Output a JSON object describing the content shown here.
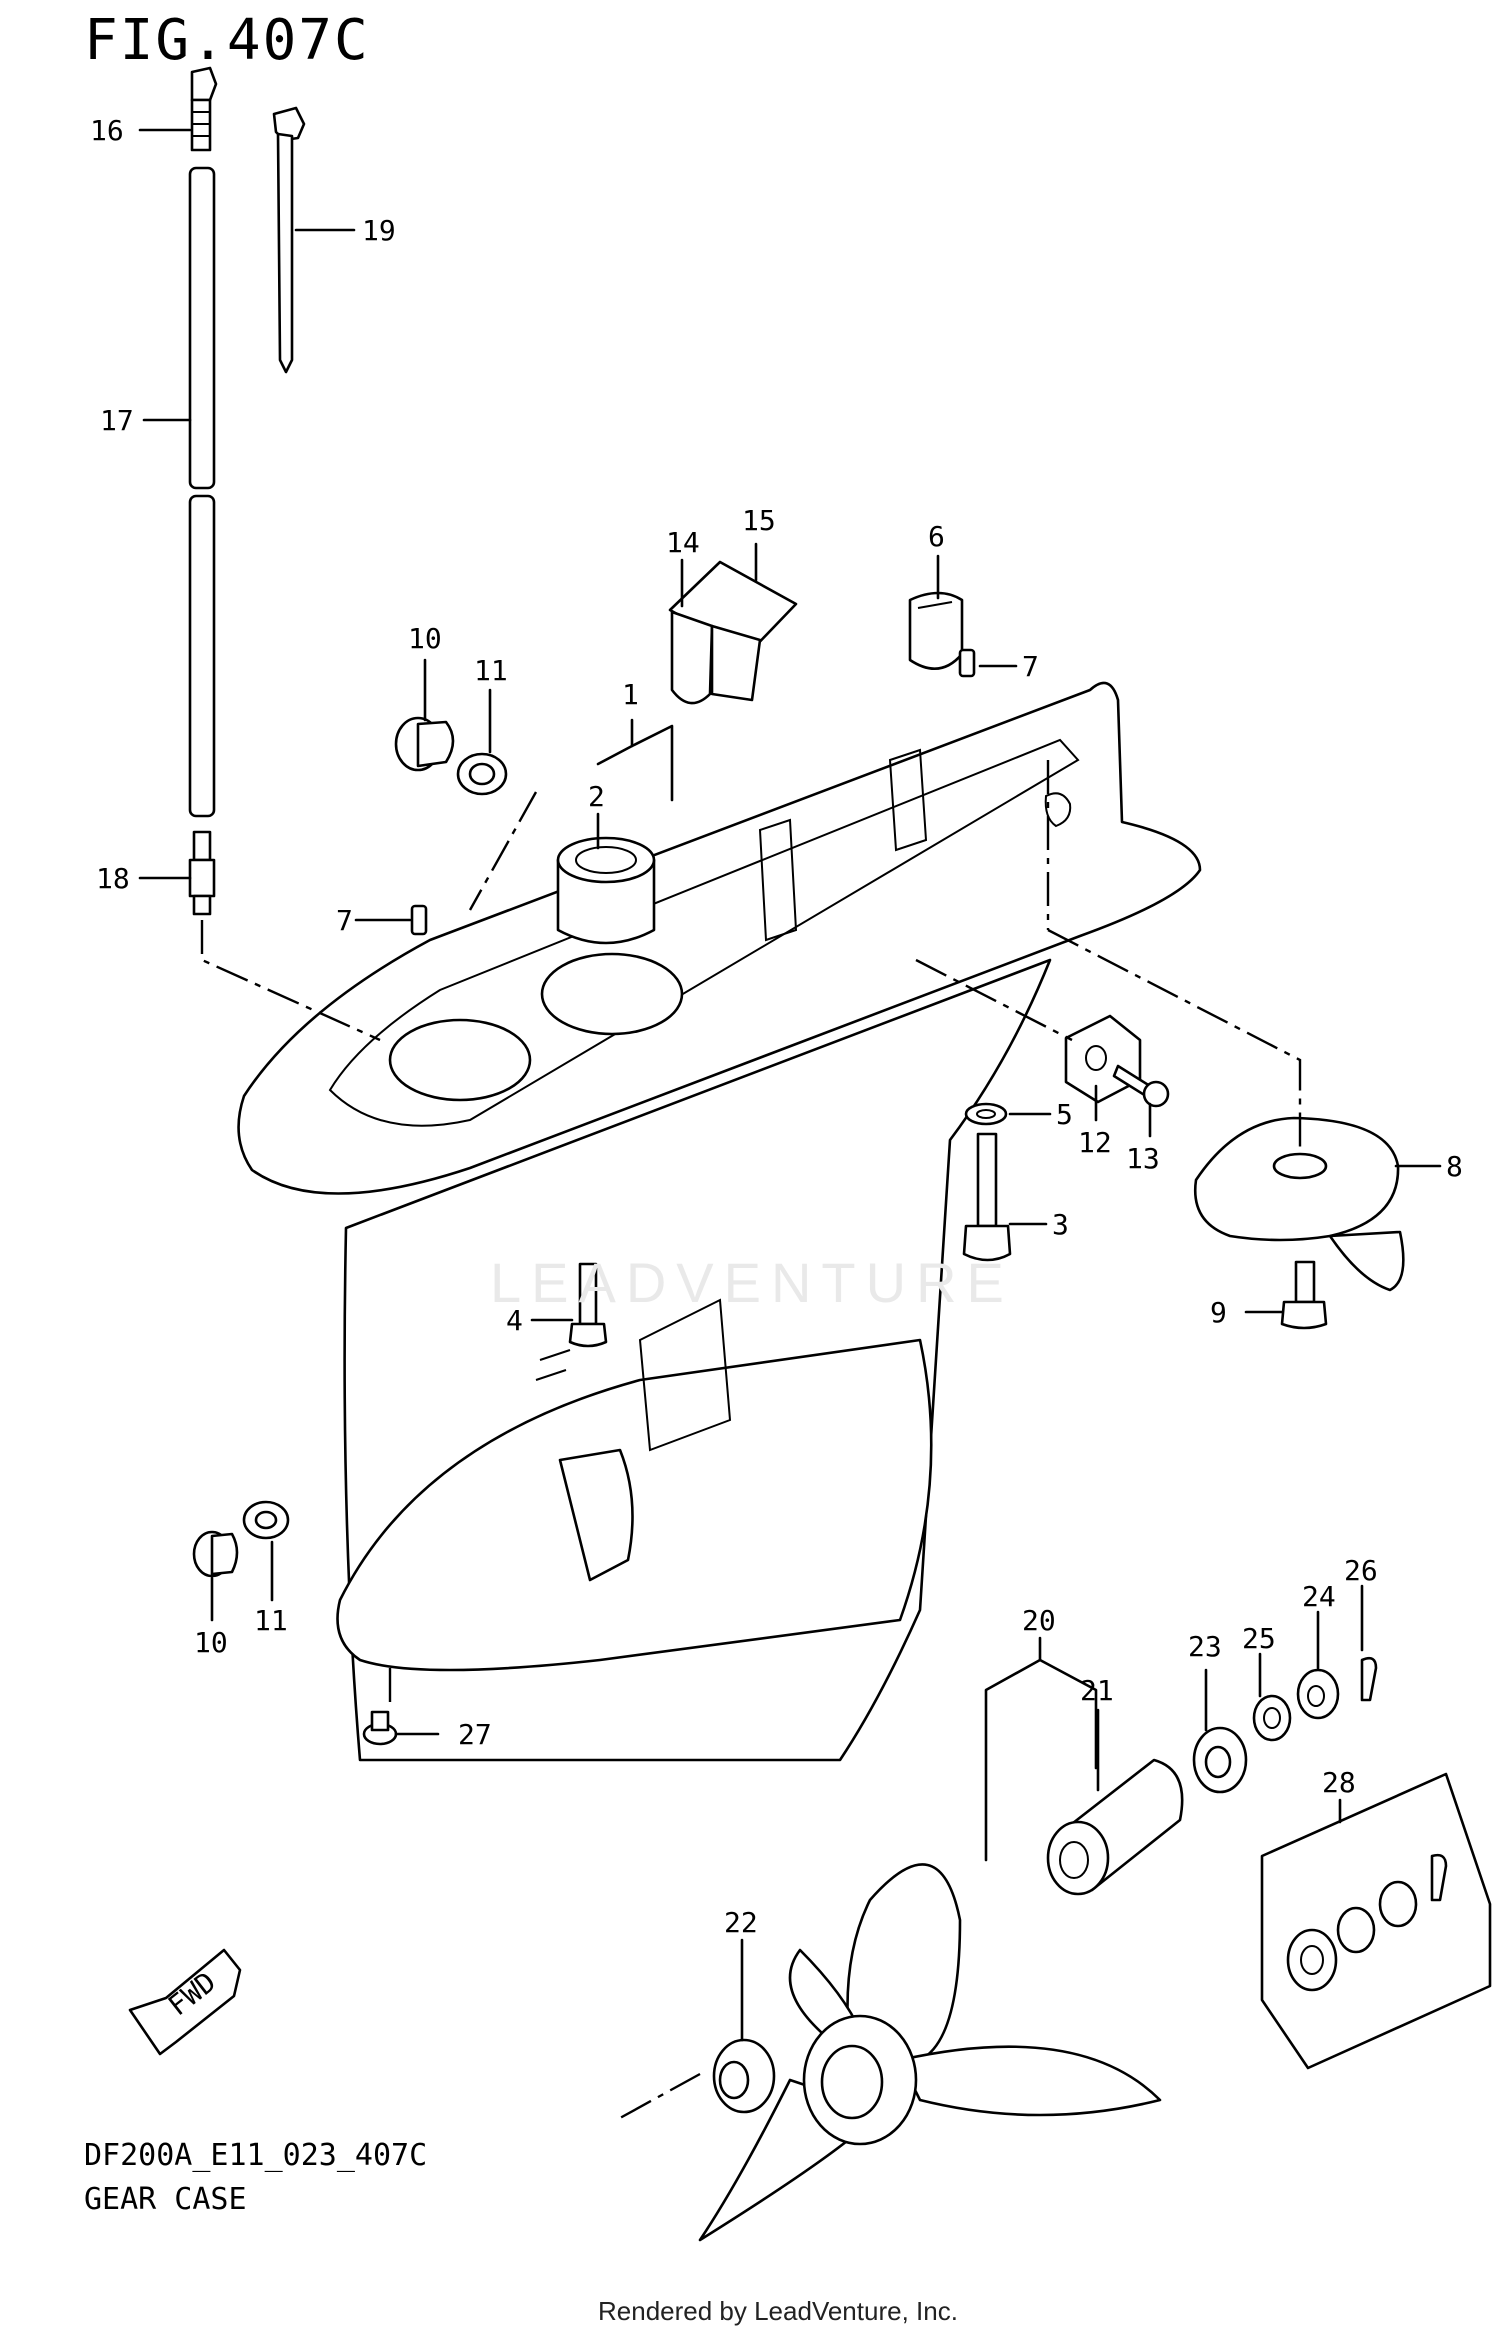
{
  "figure": {
    "title": "FIG.407C",
    "code": "DF200A_E11_023_407C",
    "name": "GEAR CASE",
    "credit": "Rendered by LeadVenture, Inc.",
    "watermark": "LEADVENTURE",
    "fwd_label": "FWD"
  },
  "callouts": [
    {
      "id": "c16a",
      "text": "16"
    },
    {
      "id": "c19",
      "text": "19"
    },
    {
      "id": "c17",
      "text": "17"
    },
    {
      "id": "c15",
      "text": "15"
    },
    {
      "id": "c14",
      "text": "14"
    },
    {
      "id": "c6",
      "text": "6"
    },
    {
      "id": "c7a",
      "text": "7"
    },
    {
      "id": "c10a",
      "text": "10"
    },
    {
      "id": "c11a",
      "text": "11"
    },
    {
      "id": "c1",
      "text": "1"
    },
    {
      "id": "c2",
      "text": "2"
    },
    {
      "id": "c18",
      "text": "18"
    },
    {
      "id": "c7b",
      "text": "7"
    },
    {
      "id": "c5",
      "text": "5"
    },
    {
      "id": "c12",
      "text": "12"
    },
    {
      "id": "c13",
      "text": "13"
    },
    {
      "id": "c8",
      "text": "8"
    },
    {
      "id": "c3",
      "text": "3"
    },
    {
      "id": "c4",
      "text": "4"
    },
    {
      "id": "c9",
      "text": "9"
    },
    {
      "id": "c10b",
      "text": "10"
    },
    {
      "id": "c11b",
      "text": "11"
    },
    {
      "id": "c26",
      "text": "26"
    },
    {
      "id": "c24",
      "text": "24"
    },
    {
      "id": "c25",
      "text": "25"
    },
    {
      "id": "c20",
      "text": "20"
    },
    {
      "id": "c23",
      "text": "23"
    },
    {
      "id": "c21",
      "text": "21"
    },
    {
      "id": "c27",
      "text": "27"
    },
    {
      "id": "c28",
      "text": "28"
    },
    {
      "id": "c22",
      "text": "22"
    }
  ]
}
